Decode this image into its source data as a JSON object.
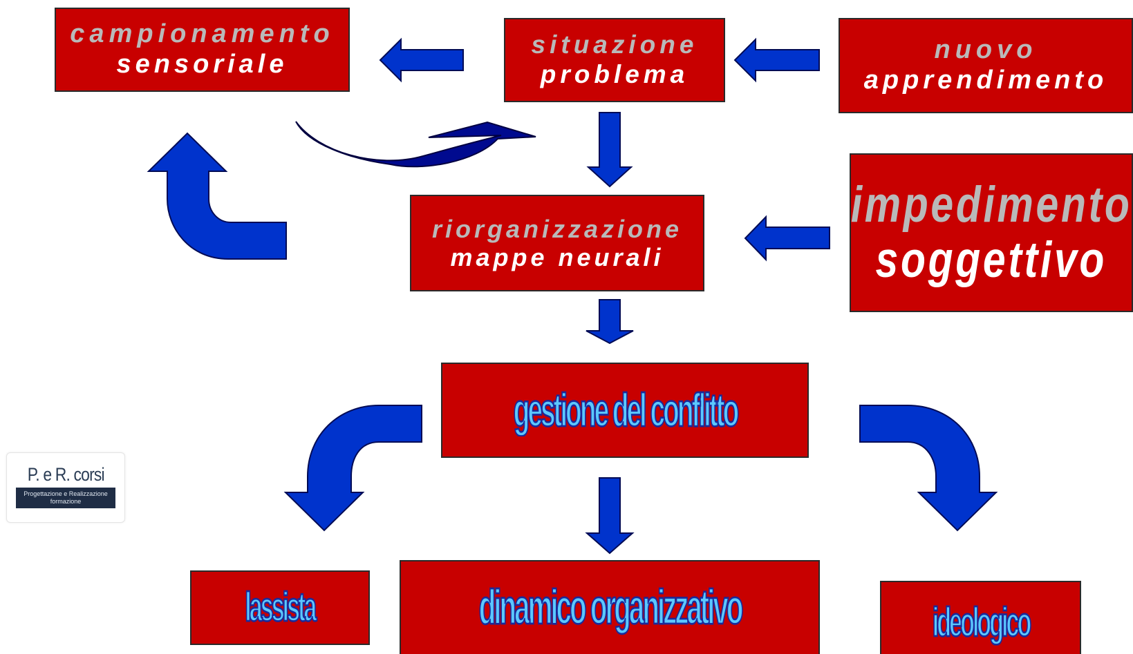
{
  "boxes": {
    "campionamento_sensoriale": {
      "line1": "campionamento",
      "line2": "sensoriale"
    },
    "situazione_problema": {
      "line1": "situazione",
      "line2": "problema"
    },
    "nuovo_apprendimento": {
      "line1": "nuovo",
      "line2": "apprendimento"
    },
    "riorganizzazione_mappe": {
      "line1": "riorganizzazione",
      "line2": "mappe neurali"
    },
    "impedimento_soggettivo": {
      "line1": "impedimento",
      "line2": "soggettivo"
    },
    "gestione_conflitto": {
      "text": "gestione del conflitto"
    },
    "lassista": {
      "text": "lassista"
    },
    "dinamico_organizzativo": {
      "text": "dinamico organizzativo"
    },
    "ideologico": {
      "text": "ideologico"
    }
  },
  "logo": {
    "title": "P. e R. corsi",
    "subtitle_line1": "Progettazione e Realizzazione",
    "subtitle_line2": "formazione"
  },
  "colors": {
    "box_fill": "#c80000",
    "arrow_fill": "#0033cc",
    "curved_arrow_fill": "#000a8f",
    "wordart_fill": "#5cc8ff"
  }
}
